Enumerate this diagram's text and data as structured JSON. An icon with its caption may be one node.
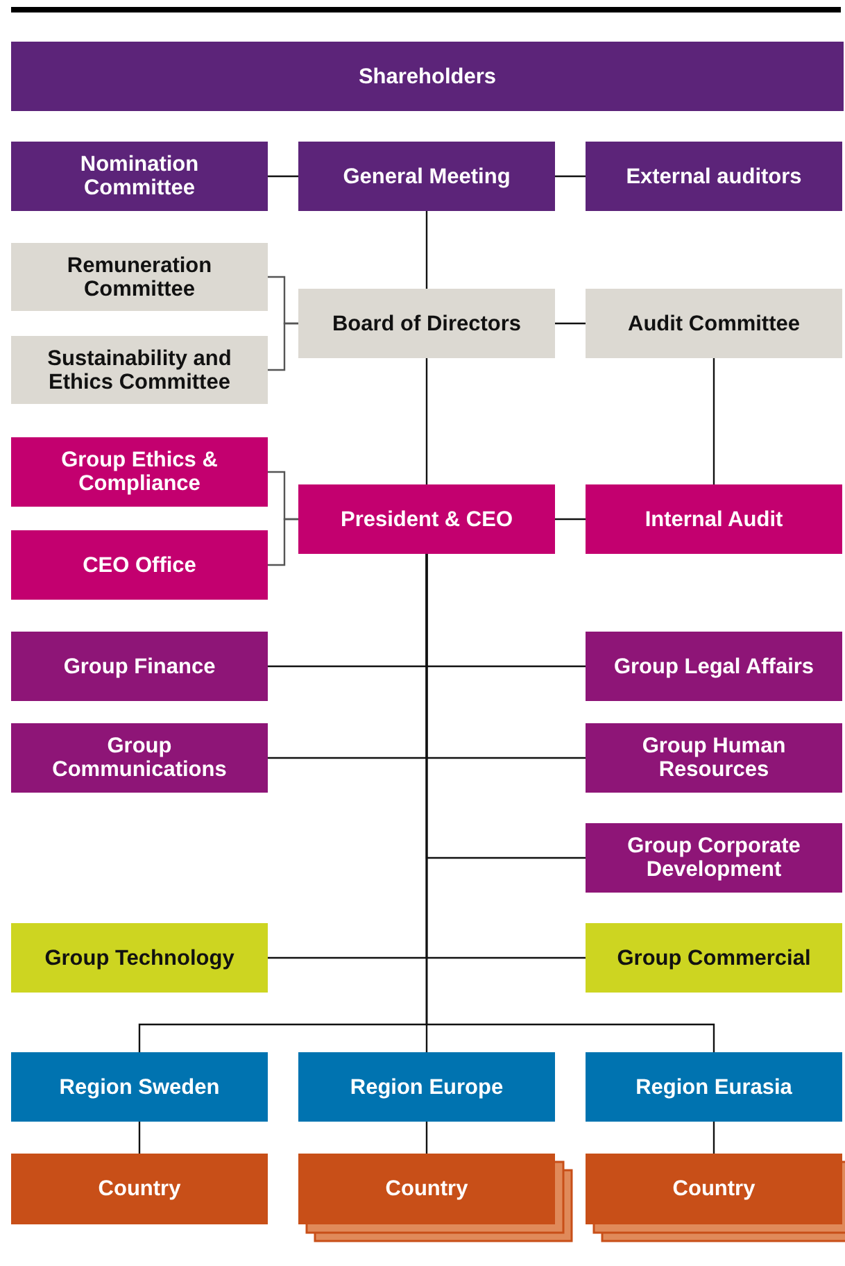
{
  "diagram": {
    "nodes": [
      {
        "text": [
          "Shareholders"
        ]
      },
      {
        "text": [
          "Nomination Committee"
        ]
      },
      {
        "text": [
          "General Meeting"
        ]
      },
      {
        "text": [
          "External auditors"
        ]
      },
      {
        "text": [
          "Remuneration Committee"
        ]
      },
      {
        "text": [
          "Sustainability and Ethics Committee"
        ]
      },
      {
        "text": [
          "Board of Directors"
        ]
      },
      {
        "text": [
          "Audit Committee"
        ]
      },
      {
        "text": [
          "Group Ethics & Compliance"
        ]
      },
      {
        "text": [
          "CEO Office"
        ]
      },
      {
        "text": [
          "President & CEO"
        ]
      },
      {
        "text": [
          "Internal Audit"
        ]
      },
      {
        "text": [
          "Group Finance"
        ]
      },
      {
        "text": [
          "Group Legal Affairs"
        ]
      },
      {
        "text": [
          "Group Communications"
        ]
      },
      {
        "text": [
          "Group Human Resources"
        ]
      },
      {
        "text": [
          "Group Corporate Development"
        ]
      },
      {
        "text": [
          "Group Technology"
        ]
      },
      {
        "text": [
          "Group Commercial"
        ]
      },
      {
        "text": [
          "Region Sweden"
        ]
      },
      {
        "text": [
          "Region Europe"
        ]
      },
      {
        "text": [
          "Region Eurasia"
        ]
      },
      {
        "text": [
          "Country"
        ]
      },
      {
        "text": [
          "Country"
        ]
      },
      {
        "text": [
          "Country"
        ]
      }
    ],
    "edges": [
      {
        "from": 1,
        "to": 2,
        "arrow": "none"
      },
      {
        "from": 2,
        "to": 3,
        "arrow": "none"
      },
      {
        "from": 2,
        "to": 6,
        "arrow": "none"
      },
      {
        "from": 4,
        "to": 6,
        "arrow": "none"
      },
      {
        "from": 5,
        "to": 6,
        "arrow": "none"
      },
      {
        "from": 6,
        "to": 7,
        "arrow": "none"
      },
      {
        "from": 6,
        "to": 10,
        "arrow": "none"
      },
      {
        "from": 7,
        "to": 11,
        "arrow": "none"
      },
      {
        "from": 8,
        "to": 10,
        "arrow": "none"
      },
      {
        "from": 9,
        "to": 10,
        "arrow": "none"
      },
      {
        "from": 10,
        "to": 11,
        "arrow": "none"
      },
      {
        "from": 10,
        "to": 12,
        "arrow": "none"
      },
      {
        "from": 10,
        "to": 13,
        "arrow": "none"
      },
      {
        "from": 10,
        "to": 14,
        "arrow": "none"
      },
      {
        "from": 10,
        "to": 15,
        "arrow": "none"
      },
      {
        "from": 10,
        "to": 16,
        "arrow": "none"
      },
      {
        "from": 10,
        "to": 17,
        "arrow": "none"
      },
      {
        "from": 10,
        "to": 18,
        "arrow": "none"
      },
      {
        "from": 10,
        "to": 19,
        "arrow": "none"
      },
      {
        "from": 10,
        "to": 20,
        "arrow": "none"
      },
      {
        "from": 10,
        "to": 21,
        "arrow": "none"
      },
      {
        "from": 19,
        "to": 22,
        "arrow": "none"
      },
      {
        "from": 20,
        "to": 23,
        "arrow": "none"
      },
      {
        "from": 21,
        "to": 24,
        "arrow": "none"
      }
    ]
  }
}
